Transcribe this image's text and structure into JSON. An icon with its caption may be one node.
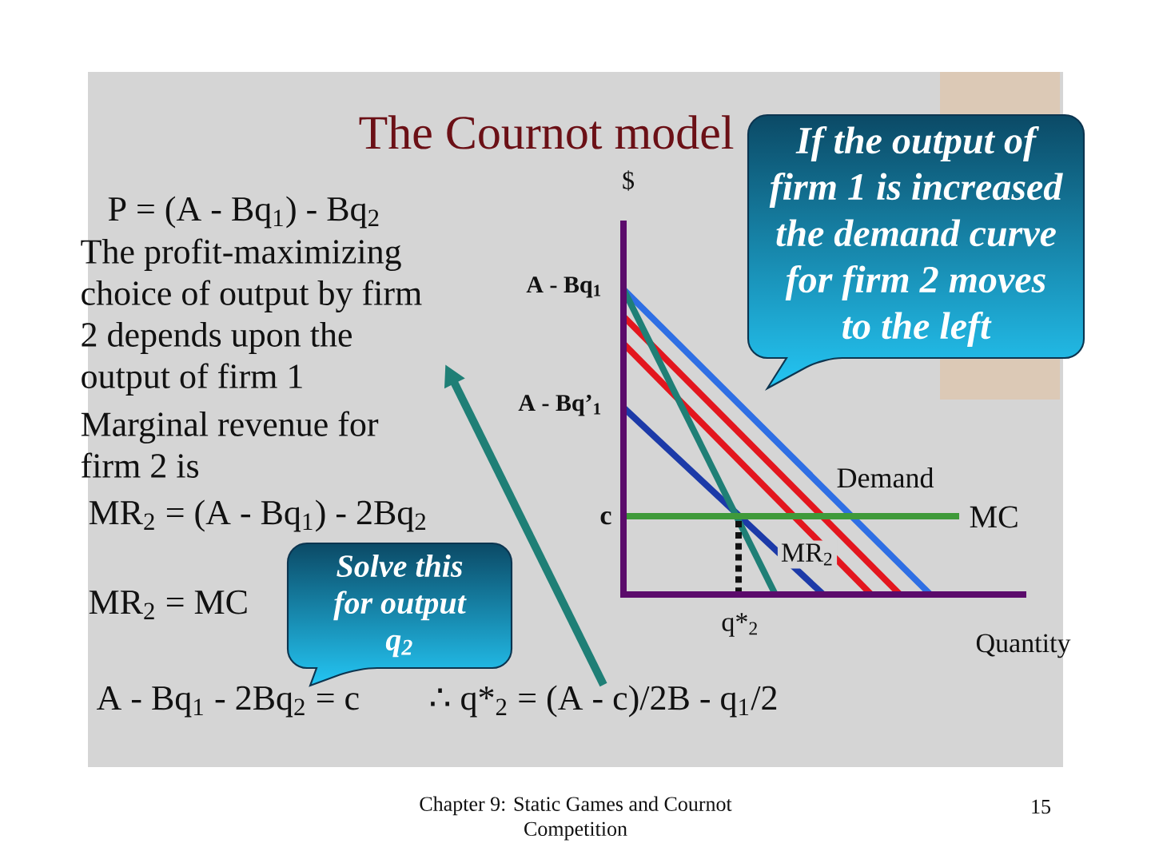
{
  "diagram": {
    "title": "The Cournot model",
    "nodes": [
      {
        "text": [
          "If the output of firm 1 is increased the demand curve for firm 2 moves to the left"
        ]
      },
      {
        "text": [
          "The profit-maximizing choice of output by firm 2 depends upon the output of firm 1"
        ]
      },
      {
        "text": [
          "Solve this for output q$_{2}$"
        ]
      },
      {
        "text": [
          "∴ q*$_{2}$ = (A - c)/2B - q$_{1}$/2"
        ]
      }
    ],
    "edges": [
      {
        "from": 3,
        "to": 1,
        "arrow": "to"
      }
    ],
    "labels": [
      "$",
      "P = (A - Bq$_{1}$) - Bq$_{2}$",
      "A - Bq$_{1}$",
      "A - Bq’$_{1}$",
      "Marginal revenue for firm 2 is",
      "Demand",
      "c",
      "MC",
      "MR$_{2}$ = (A - Bq$_{1}$) - 2Bq$_{2}$",
      "MR$_{2}$",
      "MR$_{2}$ = MC",
      "q*$_{2}$",
      "Quantity",
      "A - Bq$_{1}$ - 2Bq$_{2}$ = c",
      "Chapter 9: Static Games and Cournot Competition",
      "15"
    ]
  }
}
